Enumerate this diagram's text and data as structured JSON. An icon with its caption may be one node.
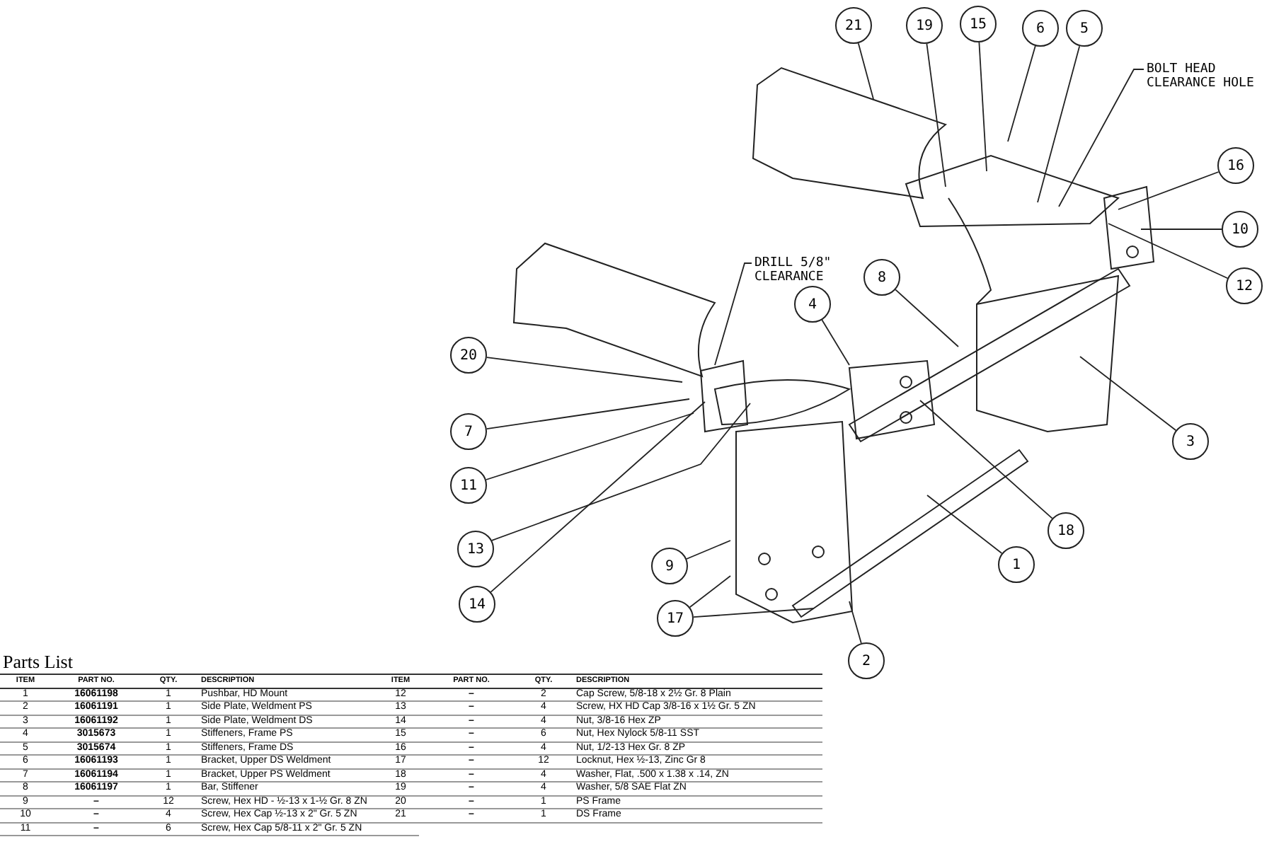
{
  "diagram": {
    "title": "Parts List",
    "nodes": [
      {
        "text": [
          "21"
        ]
      },
      {
        "text": [
          "19"
        ]
      },
      {
        "text": [
          "15"
        ]
      },
      {
        "text": [
          "6"
        ]
      },
      {
        "text": [
          "5"
        ]
      },
      {
        "text": [
          "BOLT HEAD CLEARANCE HOLE"
        ]
      },
      {
        "text": [
          "16"
        ]
      },
      {
        "text": [
          "10"
        ]
      },
      {
        "text": [
          "12"
        ]
      },
      {
        "text": [
          "8"
        ]
      },
      {
        "text": [
          "DRILL 5/8\" CLEARANCE"
        ]
      },
      {
        "text": [
          "4"
        ]
      },
      {
        "text": [
          "20"
        ]
      },
      {
        "text": [
          "7"
        ]
      },
      {
        "text": [
          "3"
        ]
      },
      {
        "text": [
          "11"
        ]
      },
      {
        "text": [
          "18"
        ]
      },
      {
        "text": [
          "13"
        ]
      },
      {
        "text": [
          "1"
        ]
      },
      {
        "text": [
          "9"
        ]
      },
      {
        "text": [
          "14"
        ]
      },
      {
        "text": [
          "17"
        ]
      },
      {
        "text": [
          "2"
        ]
      }
    ],
    "edges": [
      {
        "from": 0,
        "to": null,
        "arrow": "none"
      },
      {
        "from": 1,
        "to": null,
        "arrow": "none"
      },
      {
        "from": 2,
        "to": null,
        "arrow": "none"
      },
      {
        "from": 3,
        "to": null,
        "arrow": "none"
      },
      {
        "from": 4,
        "to": null,
        "arrow": "none"
      },
      {
        "from": 5,
        "to": null,
        "arrow": "none"
      },
      {
        "from": 6,
        "to": null,
        "arrow": "none"
      },
      {
        "from": 7,
        "to": null,
        "arrow": "none"
      },
      {
        "from": 8,
        "to": null,
        "arrow": "none"
      },
      {
        "from": 9,
        "to": null,
        "arrow": "none"
      },
      {
        "from": 10,
        "to": null,
        "arrow": "none"
      },
      {
        "from": 11,
        "to": null,
        "arrow": "none"
      },
      {
        "from": 12,
        "to": null,
        "arrow": "none"
      },
      {
        "from": 13,
        "to": null,
        "arrow": "none"
      },
      {
        "from": 14,
        "to": null,
        "arrow": "none"
      },
      {
        "from": 15,
        "to": null,
        "arrow": "none"
      },
      {
        "from": 16,
        "to": null,
        "arrow": "none"
      },
      {
        "from": 17,
        "to": null,
        "arrow": "none"
      },
      {
        "from": 18,
        "to": null,
        "arrow": "none"
      },
      {
        "from": 19,
        "to": null,
        "arrow": "none"
      },
      {
        "from": 20,
        "to": null,
        "arrow": "none"
      },
      {
        "from": 21,
        "to": null,
        "arrow": "none"
      },
      {
        "from": 21,
        "to": null,
        "arrow": "none"
      },
      {
        "from": 22,
        "to": null,
        "arrow": "none"
      }
    ],
    "labels": [
      "ITEM",
      "PART NO.",
      "QTY.",
      "DESCRIPTION",
      "1",
      "16061198",
      "1",
      "Pushbar, HD Mount",
      "2",
      "16061191",
      "1",
      "Side Plate, Weldment PS",
      "3",
      "16061192",
      "1",
      "Side Plate, Weldment DS",
      "4",
      "3015673",
      "1",
      "Stiffeners, Frame PS",
      "5",
      "3015674",
      "1",
      "Stiffeners, Frame DS",
      "6",
      "16061193",
      "1",
      "Bracket, Upper DS Weldment",
      "7",
      "16061194",
      "1",
      "Bracket, Upper PS Weldment",
      "8",
      "16061197",
      "1",
      "Bar, Stiffener",
      "9",
      "–",
      "12",
      "Screw, Hex HD - ½-13 x 1-½ Gr. 8 ZN",
      "10",
      "–",
      "4",
      "Screw, Hex Cap ½-13 x 2\" Gr. 5 ZN",
      "11",
      "–",
      "6",
      "Screw, Hex Cap 5/8-11 x 2\" Gr. 5 ZN",
      "ITEM",
      "PART NO.",
      "QTY.",
      "DESCRIPTION",
      "12",
      "–",
      "2",
      "Cap Screw, 5/8-18 x 2½ Gr. 8 Plain",
      "13",
      "–",
      "4",
      "Screw, HX HD Cap 3/8-16 x 1½ Gr. 5 ZN",
      "14",
      "–",
      "4",
      "Nut, 3/8-16 Hex ZP",
      "15",
      "–",
      "6",
      "Nut, Hex Nylock 5/8-11 SST",
      "16",
      "–",
      "4",
      "Nut, 1/2-13 Hex Gr. 8 ZP",
      "17",
      "–",
      "12",
      "Locknut, Hex ½-13, Zinc Gr 8",
      "18",
      "–",
      "4",
      "Washer, Flat, .500 x 1.38 x .14, ZN",
      "19",
      "–",
      "4",
      "Washer, 5/8 SAE Flat ZN",
      "20",
      "–",
      "1",
      "PS Frame",
      "21",
      "–",
      "1",
      "DS Frame"
    ]
  }
}
